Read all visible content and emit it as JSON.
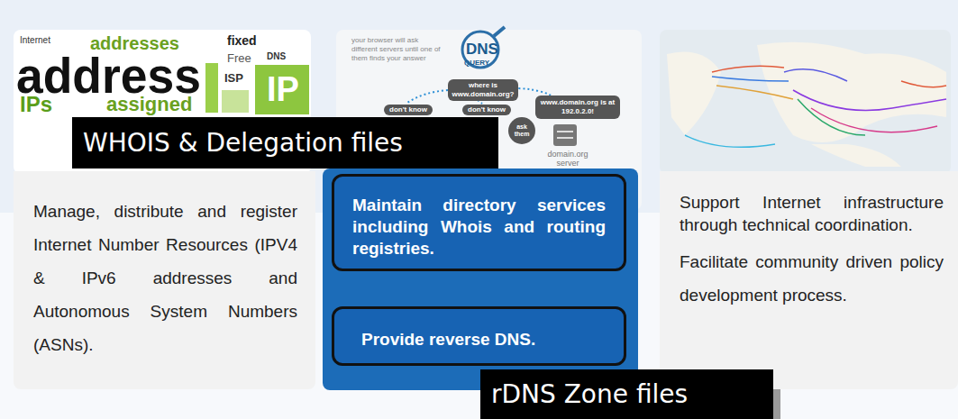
{
  "diagram": {
    "nodes": [
      {
        "text": [
          "WHOIS & Delegation files"
        ]
      },
      {
        "text": [
          "Manage, distribute and register Internet Number Resources (IPV4 & IPv6 addresses and Autonomous System Numbers (ASNs)."
        ]
      },
      {
        "text": [
          "Maintain directory services including Whois and routing registries."
        ]
      },
      {
        "text": [
          "Provide reverse DNS."
        ]
      },
      {
        "text": [
          "Support Internet infrastructure through technical coordination.",
          "Facilitate community driven policy development process."
        ]
      },
      {
        "text": [
          "rDNS Zone files"
        ]
      }
    ],
    "labels": [
      "addresses",
      "fixed",
      "address",
      "IPs",
      "assigned",
      "Free",
      "DNS",
      "ISP",
      "IP",
      "Internet",
      "your browser will ask different servers until one of them finds your answer",
      "DNS",
      "QUERY",
      "where is www.domain.org?",
      "don't know",
      "don't know",
      "www.domain.org is at 192.0.2.0!",
      "ask them",
      "domain.org server"
    ]
  }
}
